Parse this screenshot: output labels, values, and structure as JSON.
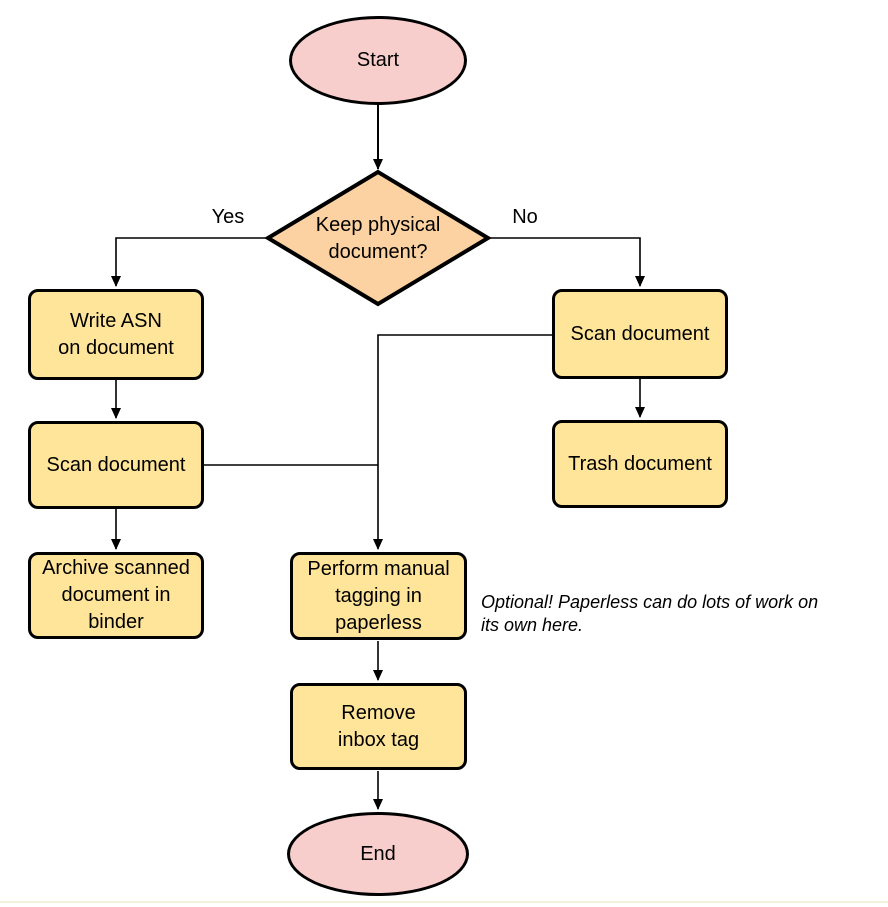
{
  "diagram": {
    "nodes": {
      "start": "Start",
      "decision": "Keep physical\ndocument?",
      "write_asn": "Write ASN\non document",
      "scan_left": "Scan document",
      "archive": "Archive scanned\ndocument in\nbinder",
      "scan_right": "Scan document",
      "trash": "Trash document",
      "tagging": "Perform manual\ntagging in\npaperless",
      "remove_inbox": "Remove\ninbox tag",
      "end": "End"
    },
    "edge_labels": {
      "yes": "Yes",
      "no": "No"
    },
    "note": "Optional! Paperless can do lots of work on\nits own here.",
    "colors": {
      "terminal_fill": "#f8cecc",
      "decision_fill": "#fcd2a3",
      "process_fill": "#ffe59a",
      "stroke": "#000000",
      "background": "#ffffff"
    }
  }
}
